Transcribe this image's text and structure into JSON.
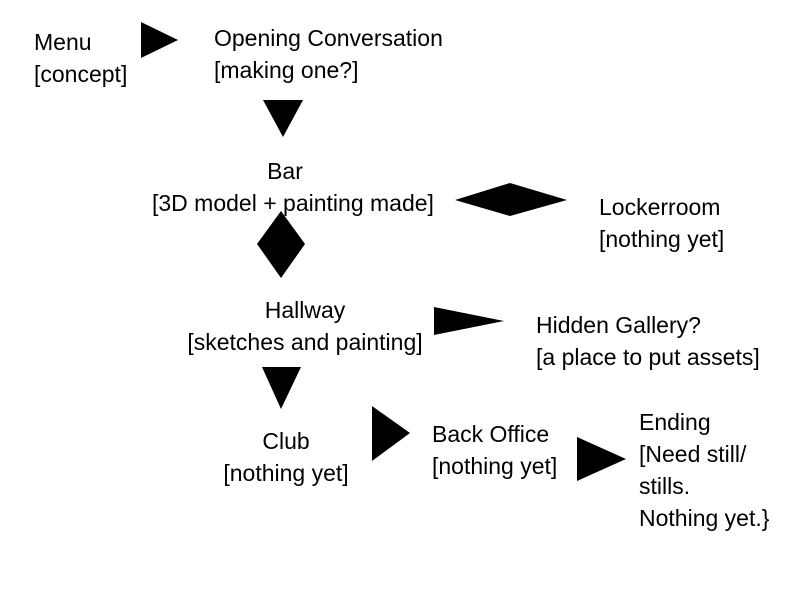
{
  "diagram": {
    "nodes": {
      "menu": {
        "title": "Menu",
        "status": "[concept]"
      },
      "opening": {
        "title": "Opening Conversation",
        "status": "[making one?]"
      },
      "bar": {
        "title": "Bar",
        "status": "[3D model + painting made]"
      },
      "lockerroom": {
        "title": "Lockerroom",
        "status": "[nothing yet]"
      },
      "hallway": {
        "title": "Hallway",
        "status": "[sketches and painting]"
      },
      "hidden_gallery": {
        "title": "Hidden Gallery?",
        "status": "[a place to put assets]"
      },
      "club": {
        "title": "Club",
        "status": "[nothing yet]"
      },
      "back_office": {
        "title": "Back Office",
        "status": "[nothing yet]"
      },
      "ending": {
        "title": "Ending",
        "lines": [
          "[Need still/",
          "stills.",
          "Nothing yet.}"
        ]
      }
    },
    "edges": [
      {
        "from": "Menu",
        "to": "Opening Conversation",
        "kind": "arrow"
      },
      {
        "from": "Opening Conversation",
        "to": "Bar",
        "kind": "arrow"
      },
      {
        "from": "Bar",
        "to": "Lockerroom",
        "kind": "two-way"
      },
      {
        "from": "Bar",
        "to": "Hallway",
        "kind": "two-way"
      },
      {
        "from": "Hallway",
        "to": "Hidden Gallery?",
        "kind": "arrow"
      },
      {
        "from": "Hallway",
        "to": "Club",
        "kind": "arrow"
      },
      {
        "from": "Club",
        "to": "Back Office",
        "kind": "arrow"
      },
      {
        "from": "Back Office",
        "to": "Ending",
        "kind": "arrow"
      }
    ],
    "colors": {
      "text": "#000000",
      "arrow": "#000000",
      "background": "#ffffff"
    }
  }
}
